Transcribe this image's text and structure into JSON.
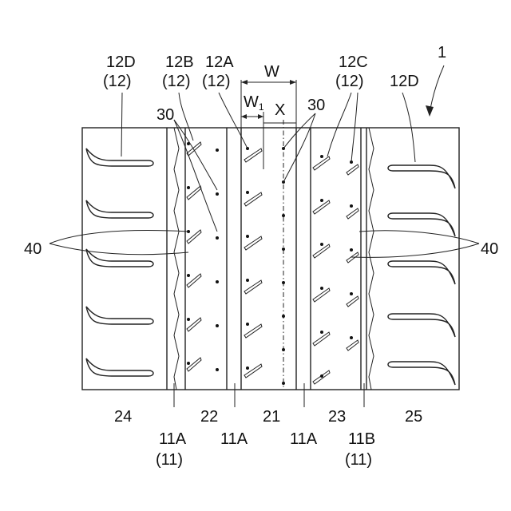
{
  "figure_number": "1",
  "labels": {
    "w": "W",
    "w1_main": "W",
    "w1_sub": "1",
    "x": "X",
    "n30": "30",
    "n40": "40",
    "l12D": "12D",
    "l12B": "12B",
    "l12A": "12A",
    "l12C": "12C",
    "paren12": "(12)",
    "l24": "24",
    "l22": "22",
    "l21": "21",
    "l23": "23",
    "l25": "25",
    "l11A": "11A",
    "l11B": "11B",
    "paren11": "(11)"
  }
}
